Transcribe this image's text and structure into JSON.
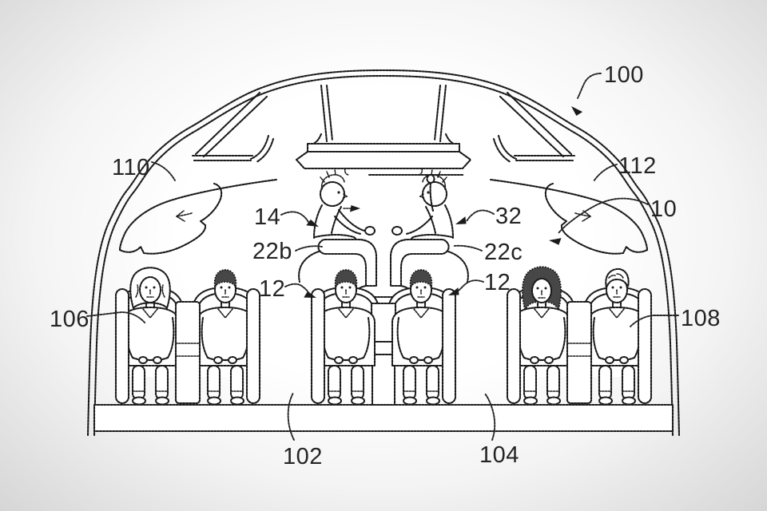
{
  "figure": {
    "title": "Aircraft cabin cross-section patent drawing with mezzanine seating",
    "labels": {
      "100": "100",
      "110": "110",
      "112": "112",
      "10": "10",
      "14": "14",
      "32": "32",
      "22b": "22b",
      "22c": "22c",
      "12": "12",
      "106": "106",
      "108": "108",
      "102": "102",
      "104": "104"
    },
    "colors": {
      "ink": "#1b1b1b",
      "label": "#242424",
      "bg_center": "#ffffff",
      "bg_edge": "#d6d6d6"
    }
  }
}
